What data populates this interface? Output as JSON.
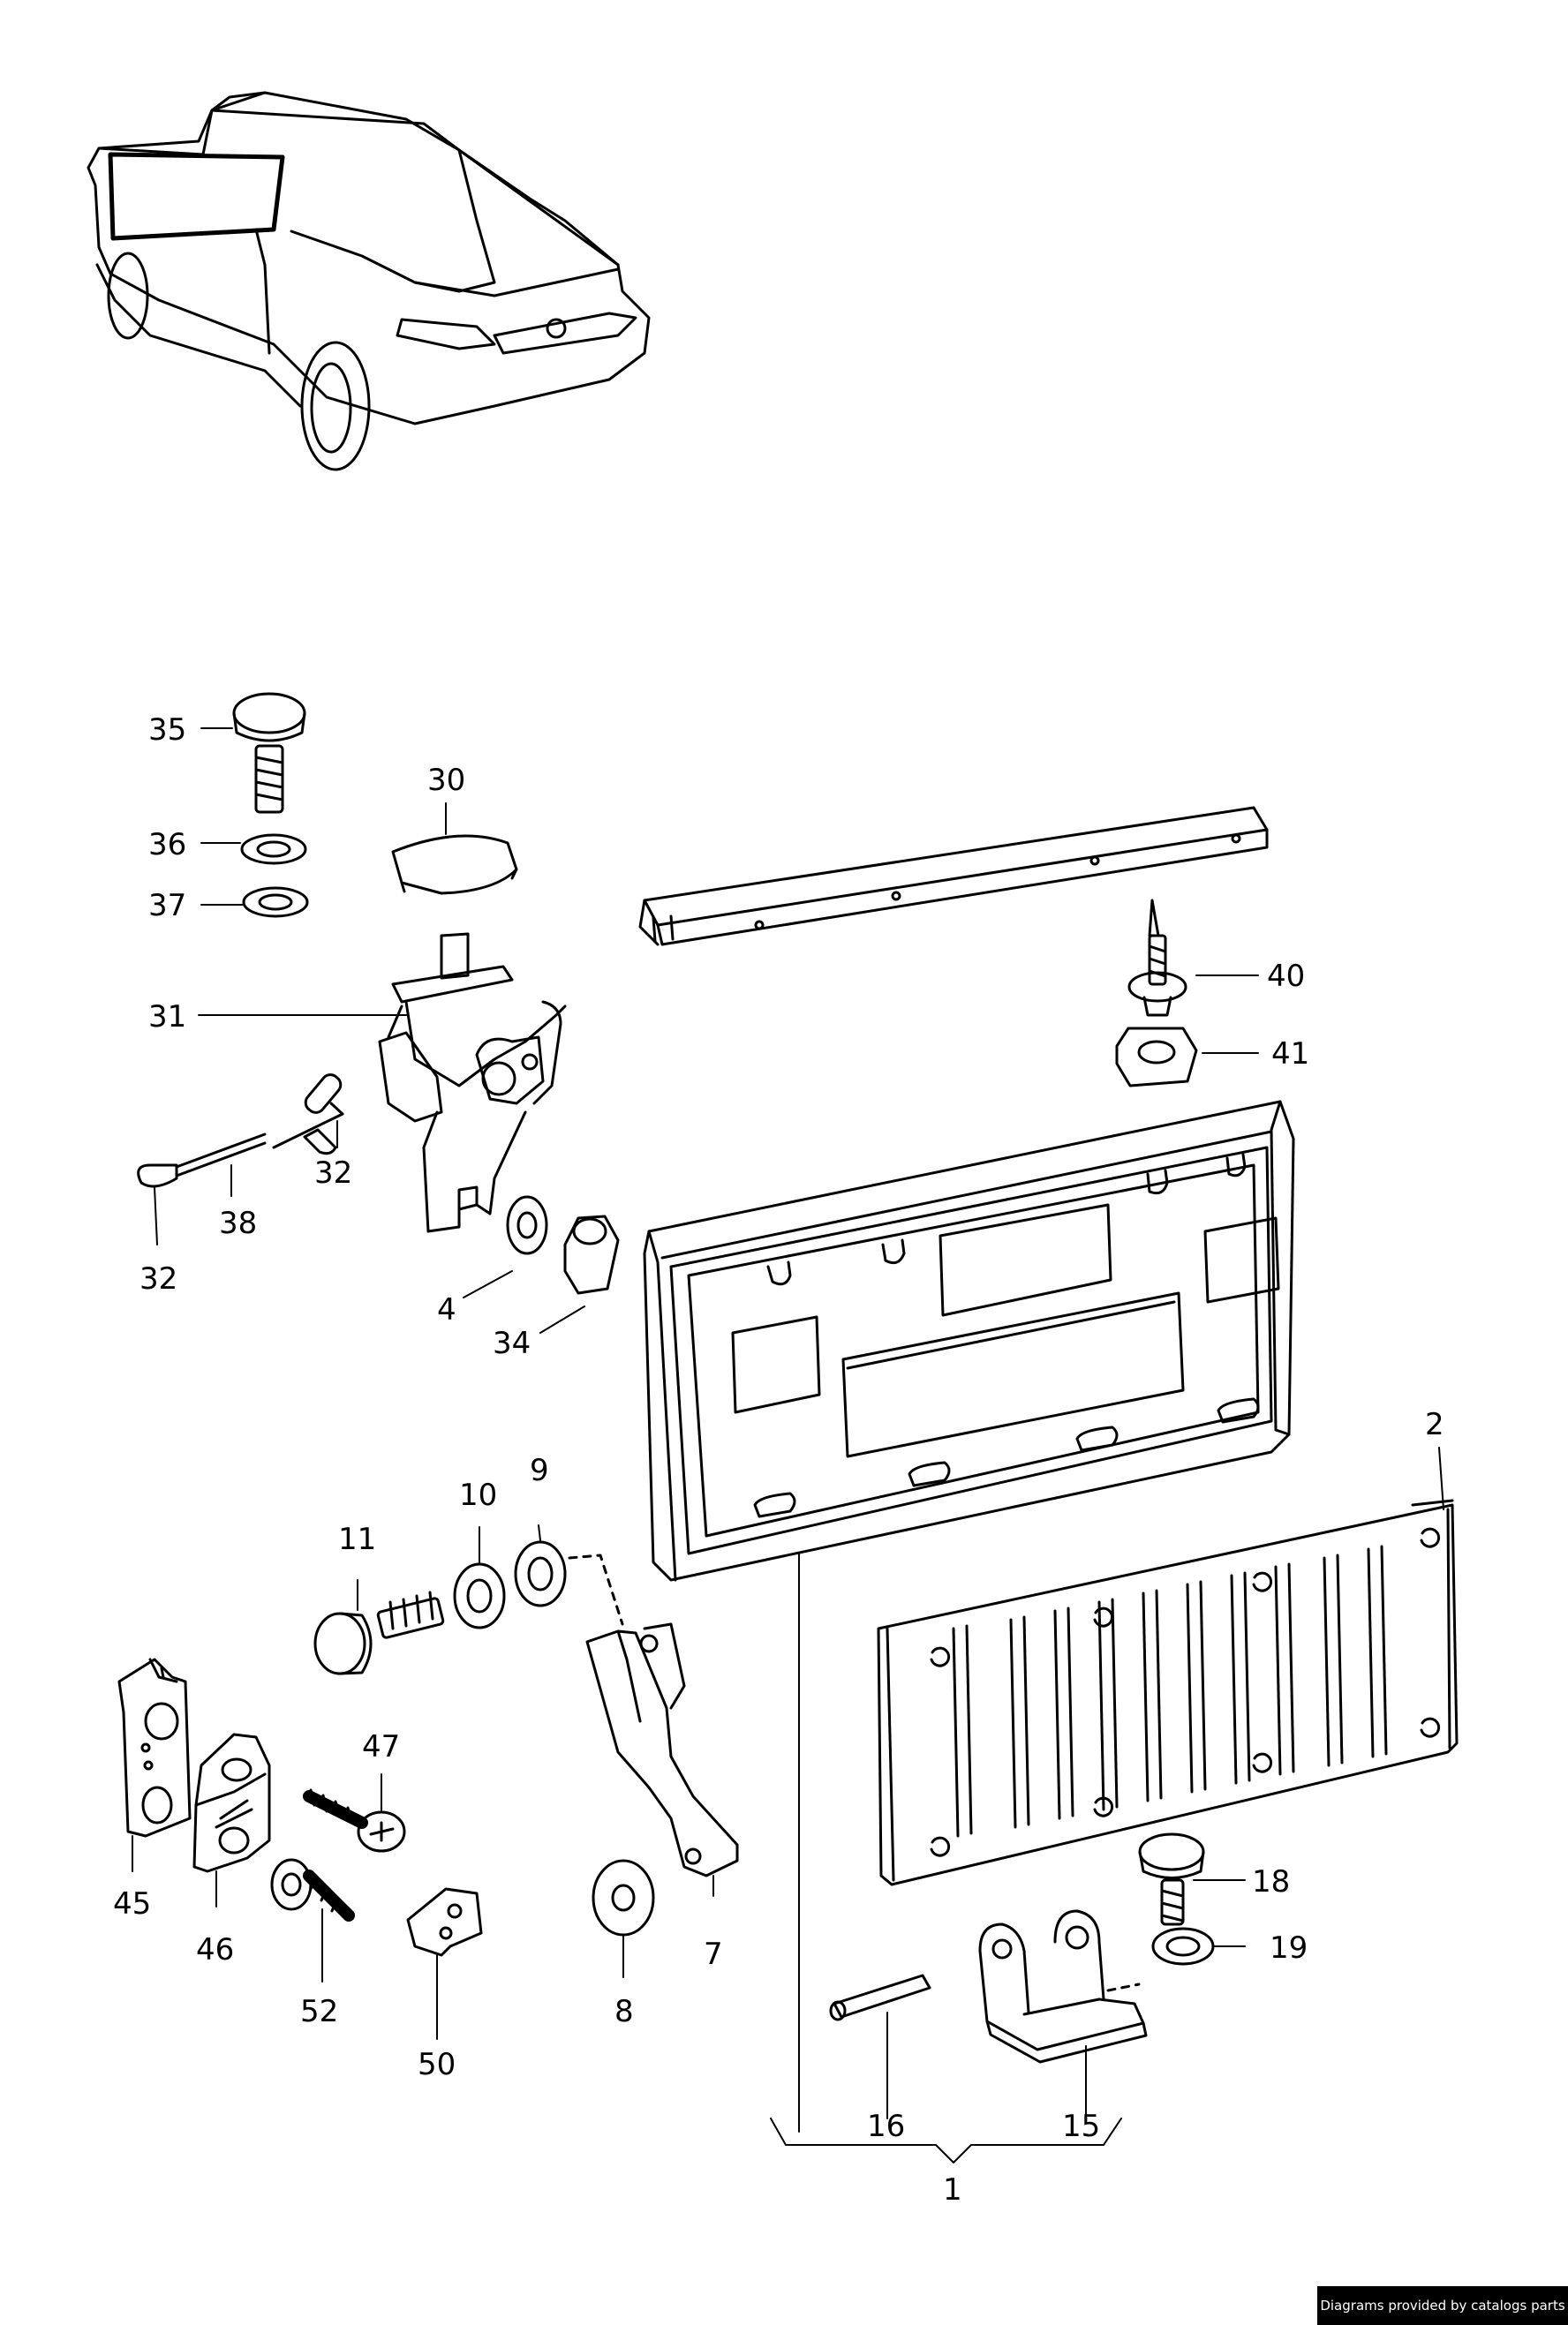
{
  "labels": {
    "p1": "1",
    "p2": "2",
    "p4": "4",
    "p7": "7",
    "p8": "8",
    "p9": "9",
    "p10": "10",
    "p11": "11",
    "p15": "15",
    "p16": "16",
    "p18": "18",
    "p19": "19",
    "p30": "30",
    "p31": "31",
    "p32a": "32",
    "p32b": "32",
    "p34": "34",
    "p35": "35",
    "p36": "36",
    "p37": "37",
    "p38": "38",
    "p40": "40",
    "p41": "41",
    "p45": "45",
    "p46": "46",
    "p47": "47",
    "p50": "50",
    "p52": "52"
  },
  "credit": "Diagrams provided by catalogs parts"
}
